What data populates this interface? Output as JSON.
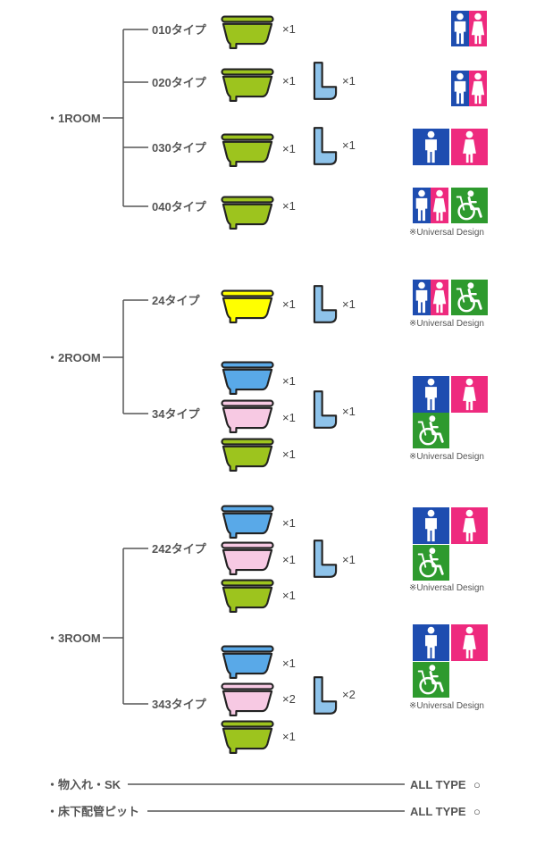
{
  "colors": {
    "line": "#555555",
    "bowl_green": "#9dc41e",
    "bowl_yellow": "#ffff00",
    "bowl_blue": "#59a9e8",
    "bowl_pink": "#f7c9e3",
    "urinal_blue": "#8ec3ea",
    "sign_blue": "#1e4db0",
    "sign_pink": "#ee2a7e",
    "sign_green": "#2e9a2e"
  },
  "rooms": [
    {
      "label": "・1ROOM",
      "types": [
        {
          "label": "010タイプ",
          "toilet_count": "×1",
          "urinal_count": "",
          "signs": "combined",
          "universal_design": ""
        },
        {
          "label": "020タイプ",
          "toilet_count": "×1",
          "urinal_count": "×1",
          "signs": "combined",
          "universal_design": ""
        },
        {
          "label": "030タイプ",
          "toilet_count": "×1",
          "urinal_count": "×1",
          "signs": "separate",
          "universal_design": ""
        },
        {
          "label": "040タイプ",
          "toilet_count": "×1",
          "urinal_count": "",
          "signs": "combined-universal",
          "universal_design": "※Universal Design"
        }
      ]
    },
    {
      "label": "・2ROOM",
      "types": [
        {
          "label": "24タイプ",
          "toilet_count": "×1",
          "urinal_count": "×1",
          "signs": "combined-universal",
          "universal_design": "※Universal Design"
        },
        {
          "label": "34タイプ",
          "toilet_counts": [
            "×1",
            "×1",
            "×1"
          ],
          "urinal_count": "×1",
          "signs": "separate-universal",
          "universal_design": "※Universal Design"
        }
      ]
    },
    {
      "label": "・3ROOM",
      "types": [
        {
          "label": "242タイプ",
          "toilet_counts": [
            "×1",
            "×1",
            "×1"
          ],
          "urinal_count": "×1",
          "signs": "separate-universal",
          "universal_design": "※Universal Design"
        },
        {
          "label": "343タイプ",
          "toilet_counts": [
            "×1",
            "×2",
            "×1"
          ],
          "urinal_count": "×2",
          "signs": "separate-universal",
          "universal_design": "※Universal Design"
        }
      ]
    }
  ],
  "footer": [
    {
      "label": "・物入れ・SK",
      "value": "ALL TYPE",
      "mark": "○"
    },
    {
      "label": "・床下配管ピット",
      "value": "ALL TYPE",
      "mark": "○"
    }
  ]
}
